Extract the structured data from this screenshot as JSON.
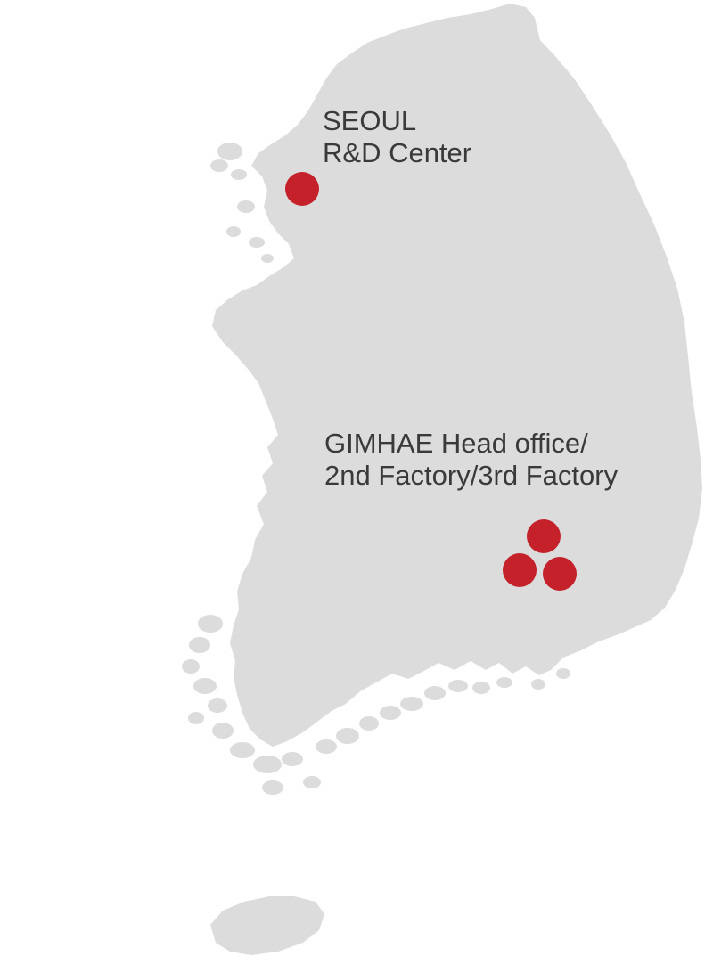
{
  "map": {
    "land_color": "#dcdcdc",
    "marker_color": "#c4212b",
    "background_color": "#ffffff"
  },
  "locations": [
    {
      "id": "seoul",
      "lines": [
        "SEOUL",
        "R&D Center"
      ],
      "marker_count": 1
    },
    {
      "id": "gimhae",
      "lines": [
        "GIMHAE Head office/",
        "2nd Factory/3rd Factory"
      ],
      "marker_count": 3
    }
  ]
}
